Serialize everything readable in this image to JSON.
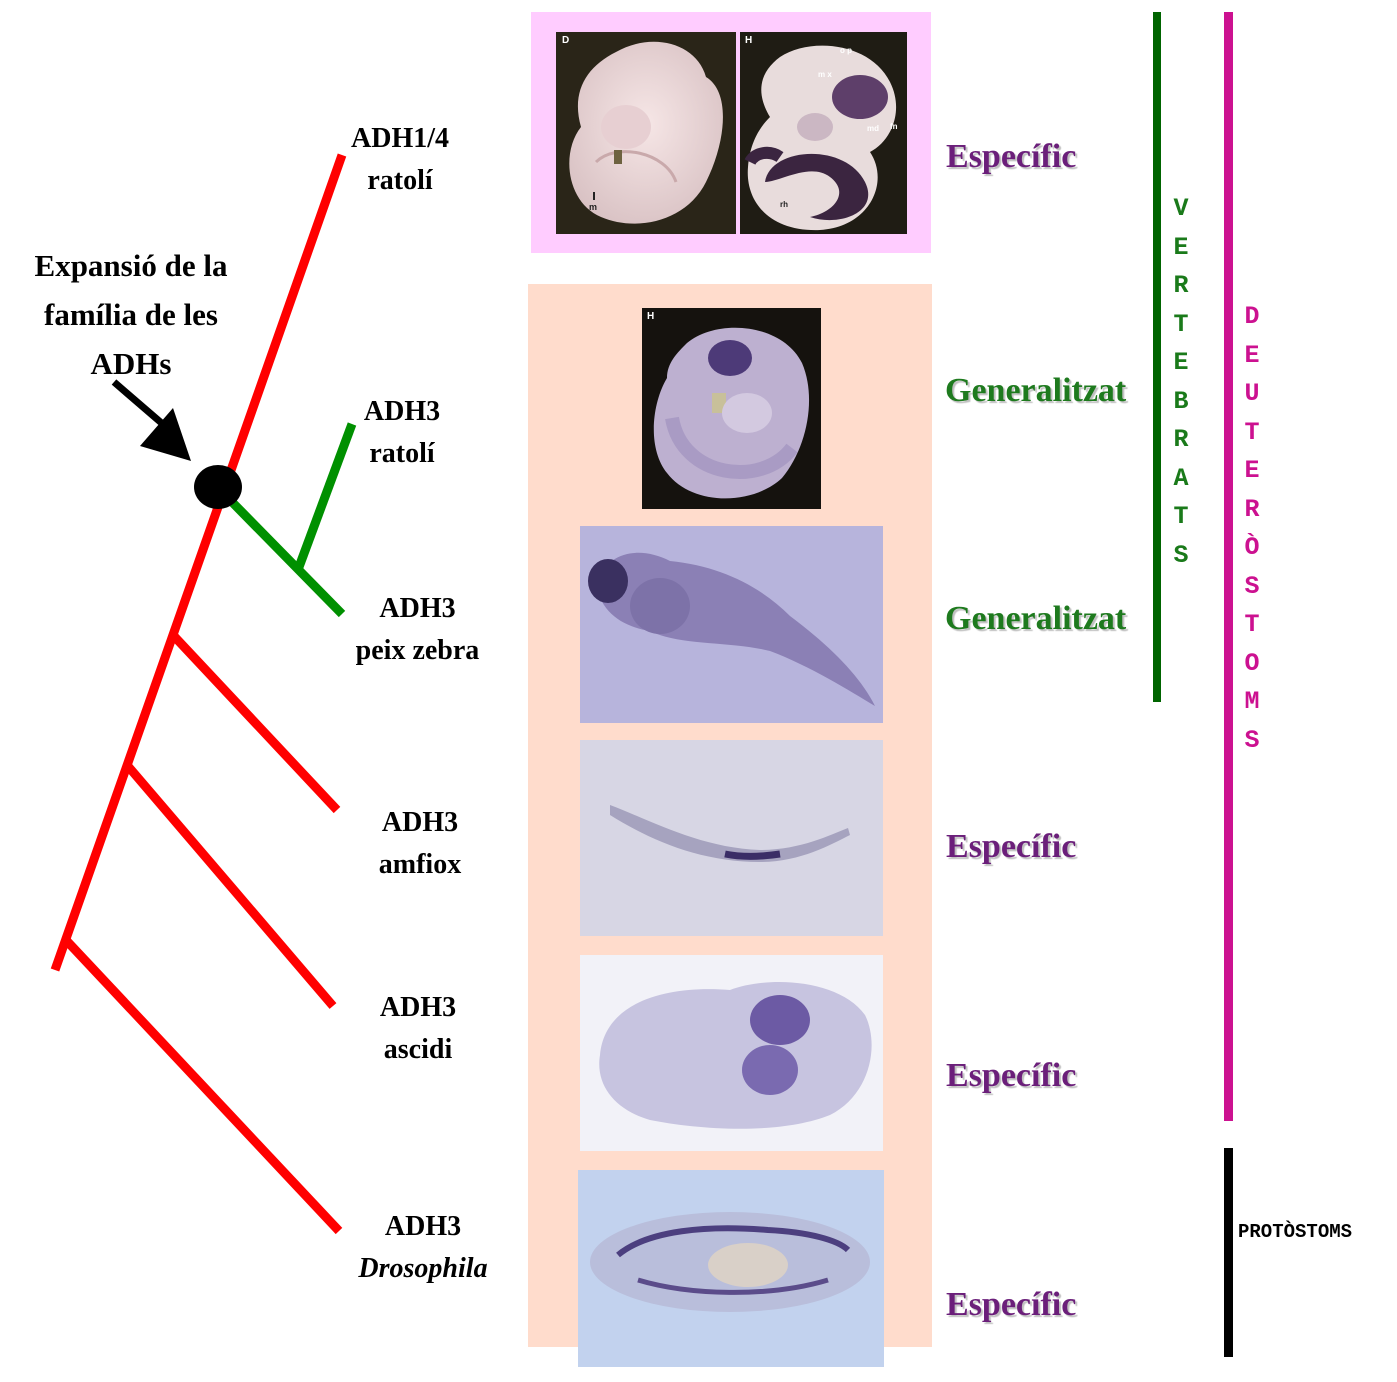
{
  "annotation": {
    "lines": [
      "Expansió de la",
      "família de les",
      "ADHs"
    ]
  },
  "species": [
    {
      "id": "adh14-ratoli",
      "gene": "ADH1/4",
      "organism": "ratolí",
      "italic": false,
      "pattern": "Específic"
    },
    {
      "id": "adh3-ratoli",
      "gene": "ADH3",
      "organism": "ratolí",
      "italic": false,
      "pattern": "Generalitzat"
    },
    {
      "id": "adh3-peixzebra",
      "gene": "ADH3",
      "organism": "peix zebra",
      "italic": false,
      "pattern": "Generalitzat"
    },
    {
      "id": "adh3-amfiox",
      "gene": "ADH3",
      "organism": "amfiox",
      "italic": false,
      "pattern": "Específic"
    },
    {
      "id": "adh3-ascidi",
      "gene": "ADH3",
      "organism": "ascidi",
      "italic": false,
      "pattern": "Específic"
    },
    {
      "id": "adh3-drosophila",
      "gene": "ADH3",
      "organism": "Drosophila",
      "italic": true,
      "pattern": "Específic"
    }
  ],
  "groups": {
    "vertebrats": "VERTEBRATS",
    "deuterostoms": "DEUTERÒSTOMS",
    "protostoms": "PROTÒSTOMS"
  },
  "image_labels": {
    "mouse_d": "D",
    "mouse_h": "H",
    "mouse_adh3": "H",
    "arrows": [
      "o p",
      "m x",
      "md",
      "fn",
      "m",
      "rh"
    ]
  },
  "colors": {
    "tree_main": "#ff0000",
    "tree_adh3": "#009000",
    "node": "#000000",
    "specific": "#6b1f7a",
    "generalized": "#1e7a1e",
    "vertebrats_bar": "#006400",
    "deuterostoms_bar": "#cc1190",
    "protostoms_bar": "#000000",
    "panel_pink": "#ffccff",
    "panel_peach": "#ffdccc"
  }
}
